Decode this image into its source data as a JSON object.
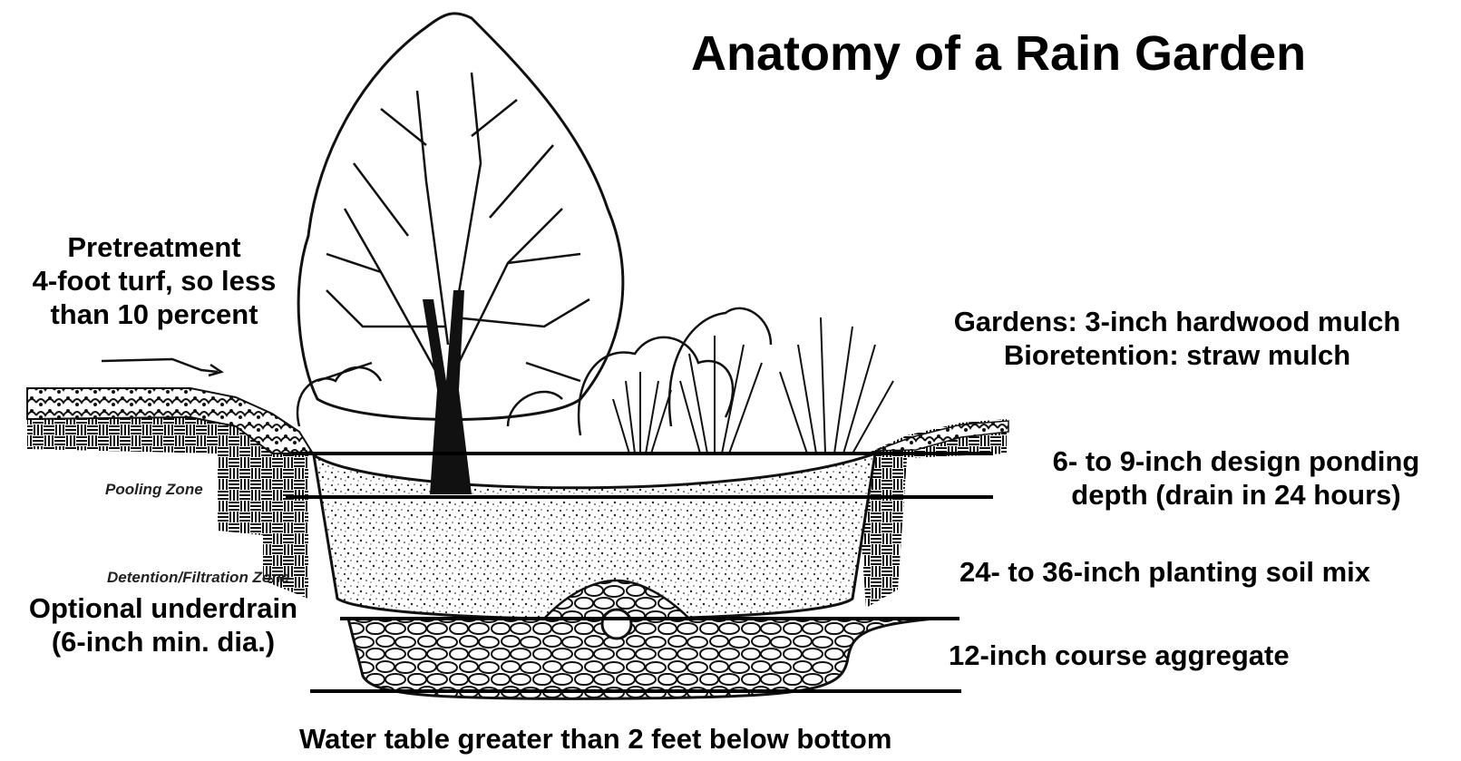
{
  "title": "Anatomy of a Rain Garden",
  "labels": {
    "pretreatment": [
      "Pretreatment",
      "4-foot turf, so less",
      "than 10 percent"
    ],
    "mulch": [
      "Gardens: 3-inch hardwood mulch",
      "Bioretention: straw mulch"
    ],
    "ponding": [
      "6- to 9-inch design ponding",
      "depth (drain in 24 hours)"
    ],
    "soil": "24- to 36-inch planting soil mix",
    "underdrain": [
      "Optional underdrain",
      "(6-inch min. dia.)"
    ],
    "aggregate": "12-inch course aggregate",
    "water_table": "Water table greater than 2 feet below bottom"
  },
  "zones": {
    "pooling": "Pooling Zone",
    "detention": "Detention/Filtration Zone"
  }
}
